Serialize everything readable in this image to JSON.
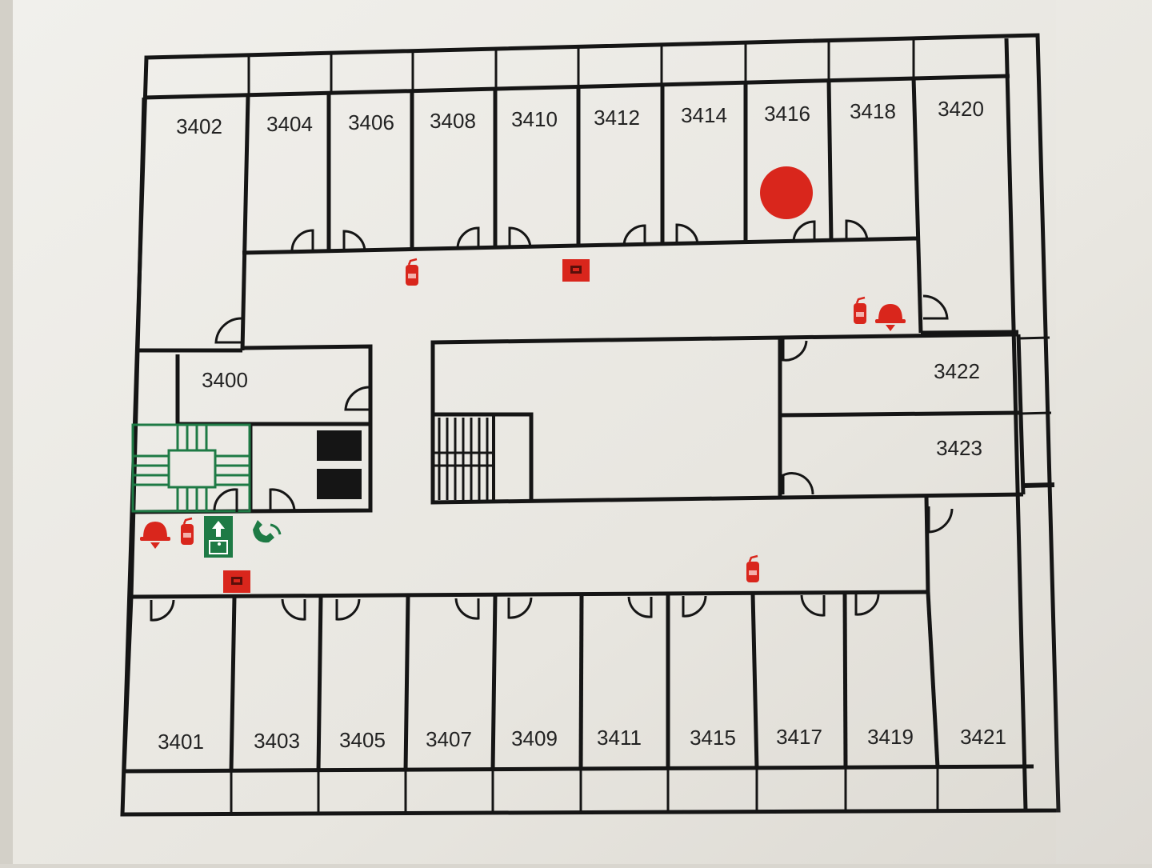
{
  "colors": {
    "wall": "#151515",
    "paper": "#e9e7e1",
    "safety_red": "#d9261c",
    "escape_green": "#1e7a45"
  },
  "rooms": [
    {
      "id": "r3402",
      "label": "3402"
    },
    {
      "id": "r3404",
      "label": "3404"
    },
    {
      "id": "r3406",
      "label": "3406"
    },
    {
      "id": "r3408",
      "label": "3408"
    },
    {
      "id": "r3410",
      "label": "3410"
    },
    {
      "id": "r3412",
      "label": "3412"
    },
    {
      "id": "r3414",
      "label": "3414"
    },
    {
      "id": "r3416",
      "label": "3416"
    },
    {
      "id": "r3418",
      "label": "3418"
    },
    {
      "id": "r3420",
      "label": "3420"
    },
    {
      "id": "r3400",
      "label": "3400"
    },
    {
      "id": "r3422",
      "label": "3422"
    },
    {
      "id": "r3423",
      "label": "3423"
    },
    {
      "id": "r3401",
      "label": "3401"
    },
    {
      "id": "r3403",
      "label": "3403"
    },
    {
      "id": "r3405",
      "label": "3405"
    },
    {
      "id": "r3407",
      "label": "3407"
    },
    {
      "id": "r3409",
      "label": "3409"
    },
    {
      "id": "r3411",
      "label": "3411"
    },
    {
      "id": "r3415",
      "label": "3415"
    },
    {
      "id": "r3417",
      "label": "3417"
    },
    {
      "id": "r3419",
      "label": "3419"
    },
    {
      "id": "r3421",
      "label": "3421"
    }
  ],
  "markers": {
    "current_location": {
      "room": "3416",
      "icon": "you-are-here-dot-icon"
    },
    "safety_icons": [
      "fire-extinguisher-icon",
      "fire-alarm-button-icon",
      "fire-alarm-bell-icon",
      "emergency-exit-sign-icon",
      "emergency-phone-icon"
    ]
  }
}
